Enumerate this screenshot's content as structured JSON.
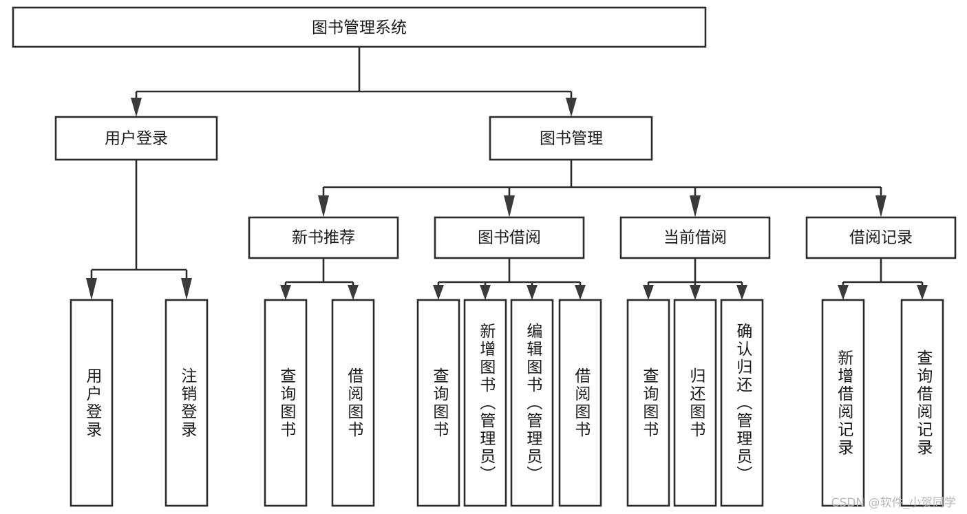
{
  "diagram": {
    "type": "tree-hierarchy",
    "title": "图书管理系统",
    "watermark": "CSDN @软件_小贺同学",
    "colors": {
      "background": "#ffffff",
      "box_stroke": "#2b2b2b",
      "box_fill": "#ffffff",
      "text": "#1a1a1a",
      "arrow": "#3a3a3a",
      "watermark": "#b9b9b9"
    },
    "levels": {
      "root": {
        "label": "图书管理系统"
      },
      "level2": [
        {
          "label": "用户登录"
        },
        {
          "label": "图书管理"
        }
      ],
      "level3": [
        {
          "label": "新书推荐"
        },
        {
          "label": "图书借阅"
        },
        {
          "label": "当前借阅"
        },
        {
          "label": "借阅记录"
        }
      ],
      "leaves": [
        {
          "label": "用户登录",
          "parent": "用户登录"
        },
        {
          "label": "注销登录",
          "parent": "用户登录"
        },
        {
          "label": "查询图书",
          "parent": "新书推荐"
        },
        {
          "label": "借阅图书",
          "parent": "新书推荐"
        },
        {
          "label": "查询图书",
          "parent": "图书借阅"
        },
        {
          "label": "新增图书（管理员）",
          "parent": "图书借阅"
        },
        {
          "label": "编辑图书（管理员）",
          "parent": "图书借阅"
        },
        {
          "label": "借阅图书",
          "parent": "图书借阅"
        },
        {
          "label": "查询图书",
          "parent": "当前借阅"
        },
        {
          "label": "归还图书",
          "parent": "当前借阅"
        },
        {
          "label": "确认归还（管理员）",
          "parent": "当前借阅"
        },
        {
          "label": "新增借阅记录",
          "parent": "借阅记录"
        },
        {
          "label": "查询借阅记录",
          "parent": "借阅记录"
        }
      ]
    }
  }
}
